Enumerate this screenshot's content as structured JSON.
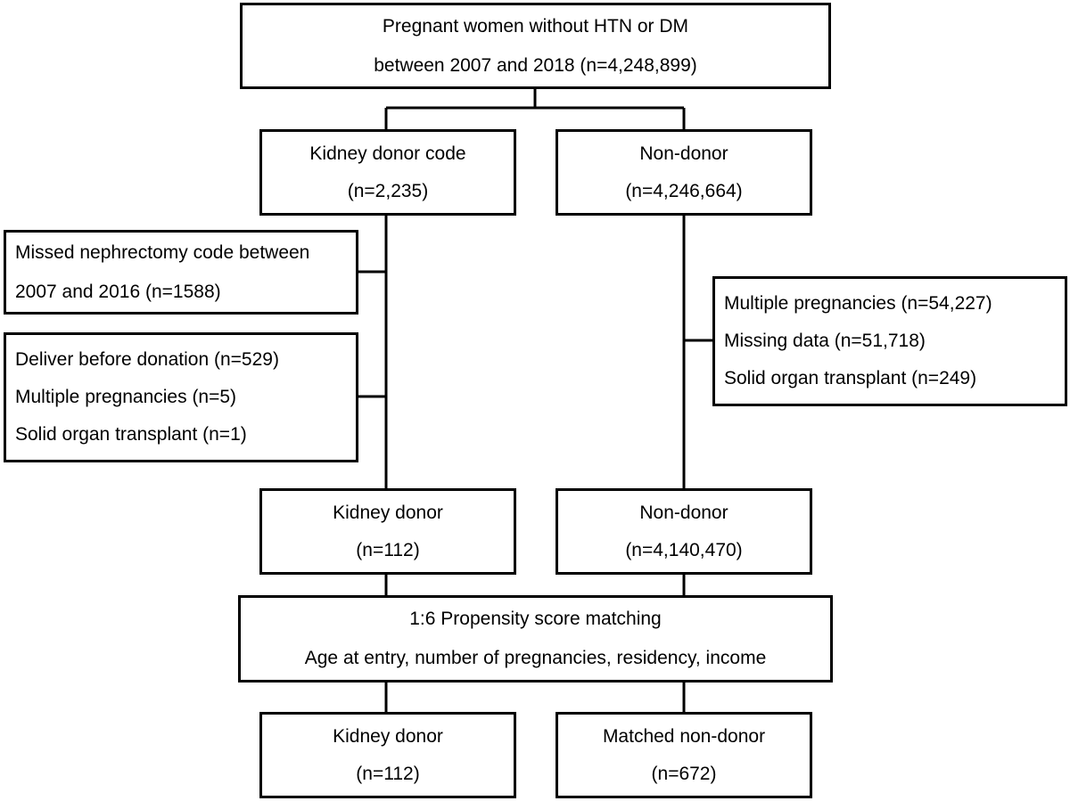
{
  "flowchart": {
    "top": {
      "line1": "Pregnant women without HTN or DM",
      "line2": "between 2007 and 2018 (n=4,248,899)"
    },
    "donor_code": {
      "line1": "Kidney donor code",
      "line2": "(n=2,235)"
    },
    "non_donor_initial": {
      "line1": "Non-donor",
      "line2": "(n=4,246,664)"
    },
    "exclusion_missed": {
      "line1": "Missed nephrectomy code between",
      "line2": "2007 and 2016 (n=1588)"
    },
    "exclusion_donor": {
      "line1": "Deliver before donation (n=529)",
      "line2": "Multiple pregnancies (n=5)",
      "line3": "Solid organ transplant (n=1)"
    },
    "exclusion_non_donor": {
      "line1": "Multiple pregnancies (n=54,227)",
      "line2": "Missing data (n=51,718)",
      "line3": "Solid organ transplant (n=249)"
    },
    "kidney_donor_mid": {
      "line1": "Kidney donor",
      "line2": "(n=112)"
    },
    "non_donor_mid": {
      "line1": "Non-donor",
      "line2": "(n=4,140,470)"
    },
    "matching": {
      "line1": "1:6 Propensity score matching",
      "line2": "Age at entry, number of pregnancies, residency, income"
    },
    "kidney_donor_final": {
      "line1": "Kidney donor",
      "line2": "(n=112)"
    },
    "matched_non_donor": {
      "line1": "Matched non-donor",
      "line2": "(n=672)"
    }
  }
}
